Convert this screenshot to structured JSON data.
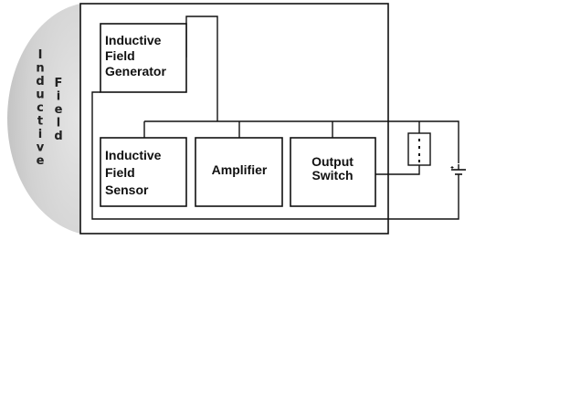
{
  "field_region": {
    "label_word_1": "Inductive",
    "label_word_2": "Field",
    "fill_color": "#d6d6d6"
  },
  "blocks": {
    "generator": {
      "lines": [
        "Inductive",
        "Field",
        "Generator"
      ]
    },
    "sensor": {
      "lines": [
        "Inductive",
        "Field",
        "Sensor"
      ]
    },
    "amplifier": {
      "lines": [
        "Amplifier"
      ]
    },
    "output_switch": {
      "lines": [
        "Output",
        "Switch"
      ]
    }
  },
  "external": {
    "load_icon": "load-resistor-icon",
    "battery_icon": "battery-icon"
  },
  "colors": {
    "line": "#111111",
    "background": "#ffffff"
  }
}
